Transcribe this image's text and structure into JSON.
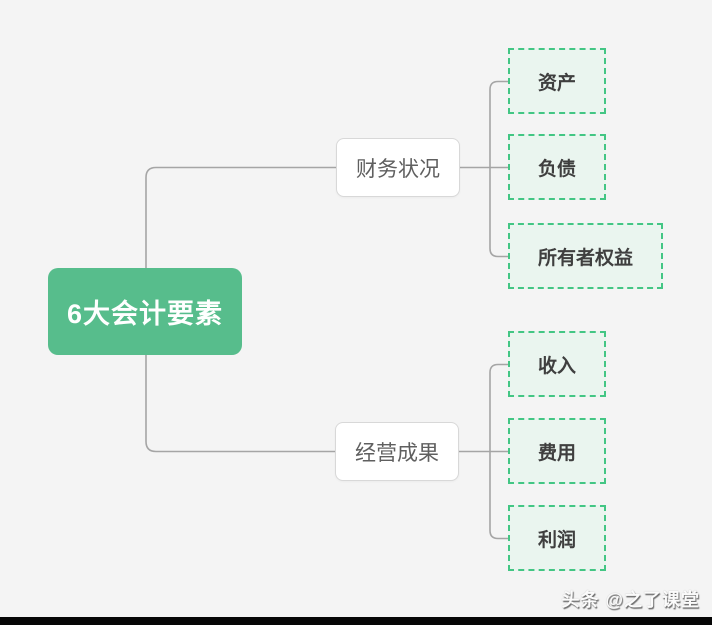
{
  "colors": {
    "canvas_bg": "#f4f4f4",
    "root_bg": "#57bd8c",
    "root_text": "#ffffff",
    "branch_bg": "#ffffff",
    "branch_border": "#d8d8d8",
    "branch_text": "#5f5f5f",
    "leaf_bg": "#eaf5ef",
    "leaf_border": "#43c684",
    "leaf_text": "#3f3f3f",
    "connector": "#a5a5a5",
    "footer_bar": "#060606"
  },
  "mindmap": {
    "root": {
      "label": "6大会计要素"
    },
    "branches": [
      {
        "label": "财务状况",
        "children": [
          {
            "label": "资产"
          },
          {
            "label": "负债"
          },
          {
            "label": "所有者权益"
          }
        ]
      },
      {
        "label": "经营成果",
        "children": [
          {
            "label": "收入"
          },
          {
            "label": "费用"
          },
          {
            "label": "利润"
          }
        ]
      }
    ]
  },
  "watermark": {
    "text": "头条 @之了课堂"
  }
}
